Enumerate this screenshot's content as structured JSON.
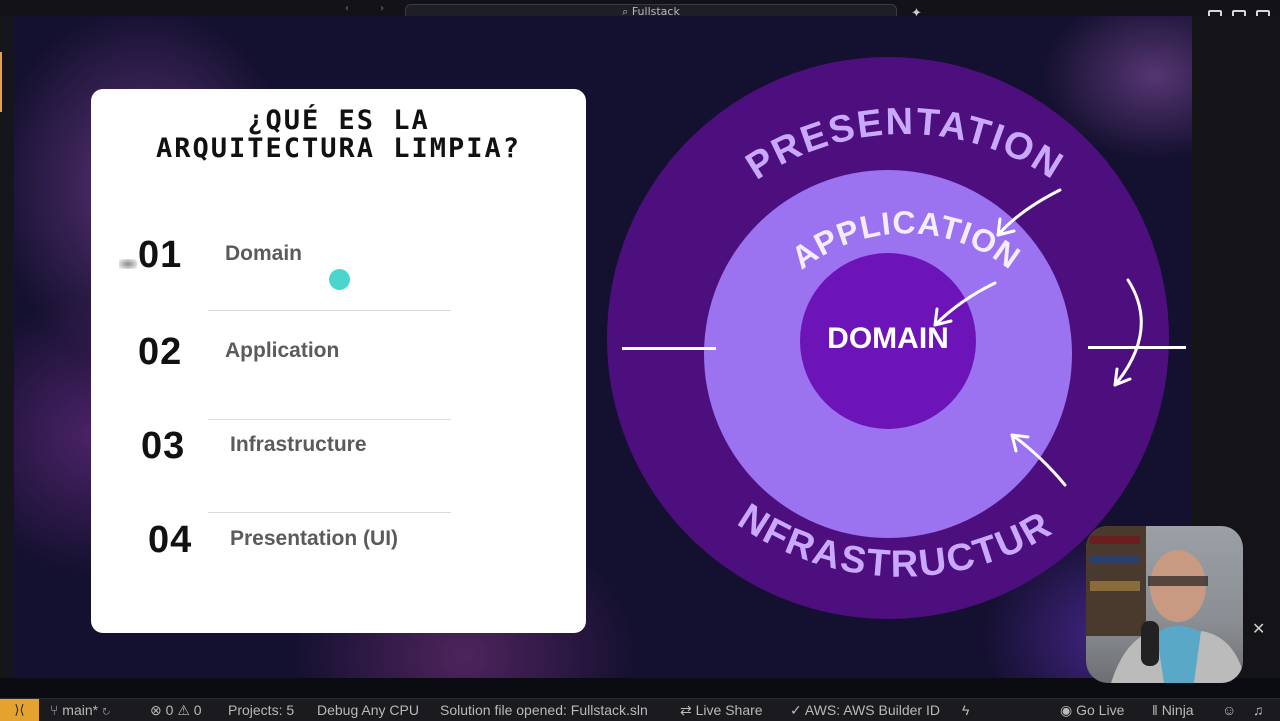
{
  "window": {
    "search_text": "Fullstack",
    "nav_arrows": "‹ ›"
  },
  "slide": {
    "title_line1": "¿QUÉ ES LA",
    "title_line2": "ARQUITECTURA LIMPIA?",
    "items": [
      {
        "num": "01",
        "label": "Domain"
      },
      {
        "num": "02",
        "label": "Application"
      },
      {
        "num": "03",
        "label": "Infrastructure"
      },
      {
        "num": "04",
        "label": "Presentation (UI)"
      }
    ],
    "diagram": {
      "outer": "PRESENTATION",
      "middle": "APPLICATION",
      "core": "DOMAIN",
      "bottom": "INFRASTRUCTURE",
      "colors": {
        "outer": "#4d0f7d",
        "middle": "#9b72ef",
        "core": "#6c14b8",
        "text": "#c9a8ff"
      }
    }
  },
  "statusbar": {
    "remote_icon": "remote-icon",
    "branch": "main*",
    "problems": "0",
    "warnings": "0",
    "projects": "Projects: 5",
    "debug": "Debug Any CPU",
    "solution": "Solution file opened: Fullstack.sln",
    "live_share": "Live Share",
    "aws": "AWS: AWS Builder ID",
    "go_live": "Go Live",
    "ninja": "Ninja"
  }
}
